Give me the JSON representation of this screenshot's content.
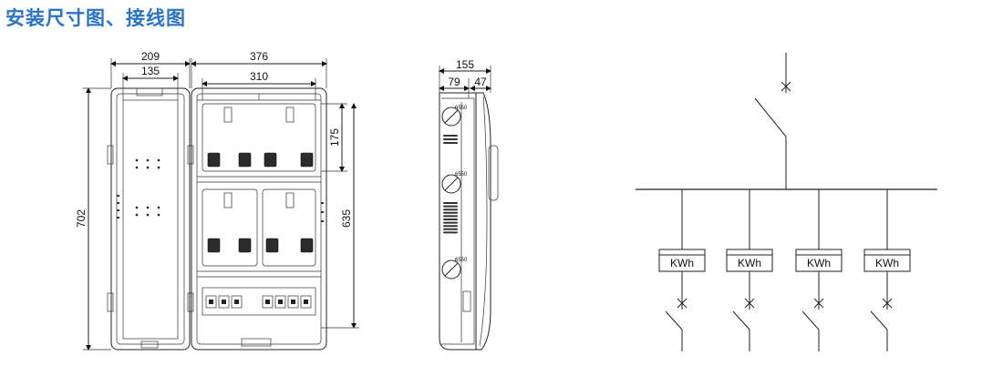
{
  "title": "安装尺寸图、接线图",
  "dimensions": {
    "d209": "209",
    "d135": "135",
    "d376": "376",
    "d310": "310",
    "d175": "175",
    "d635": "635",
    "d702": "702",
    "d155": "155",
    "d79": "79",
    "d47": "47"
  },
  "side_view": {
    "breaker_label_1": "6550",
    "breaker_label_2": "6550",
    "breaker_label_3": "6550"
  },
  "wiring": {
    "meter_label": "KWh",
    "meter_count": 4
  }
}
